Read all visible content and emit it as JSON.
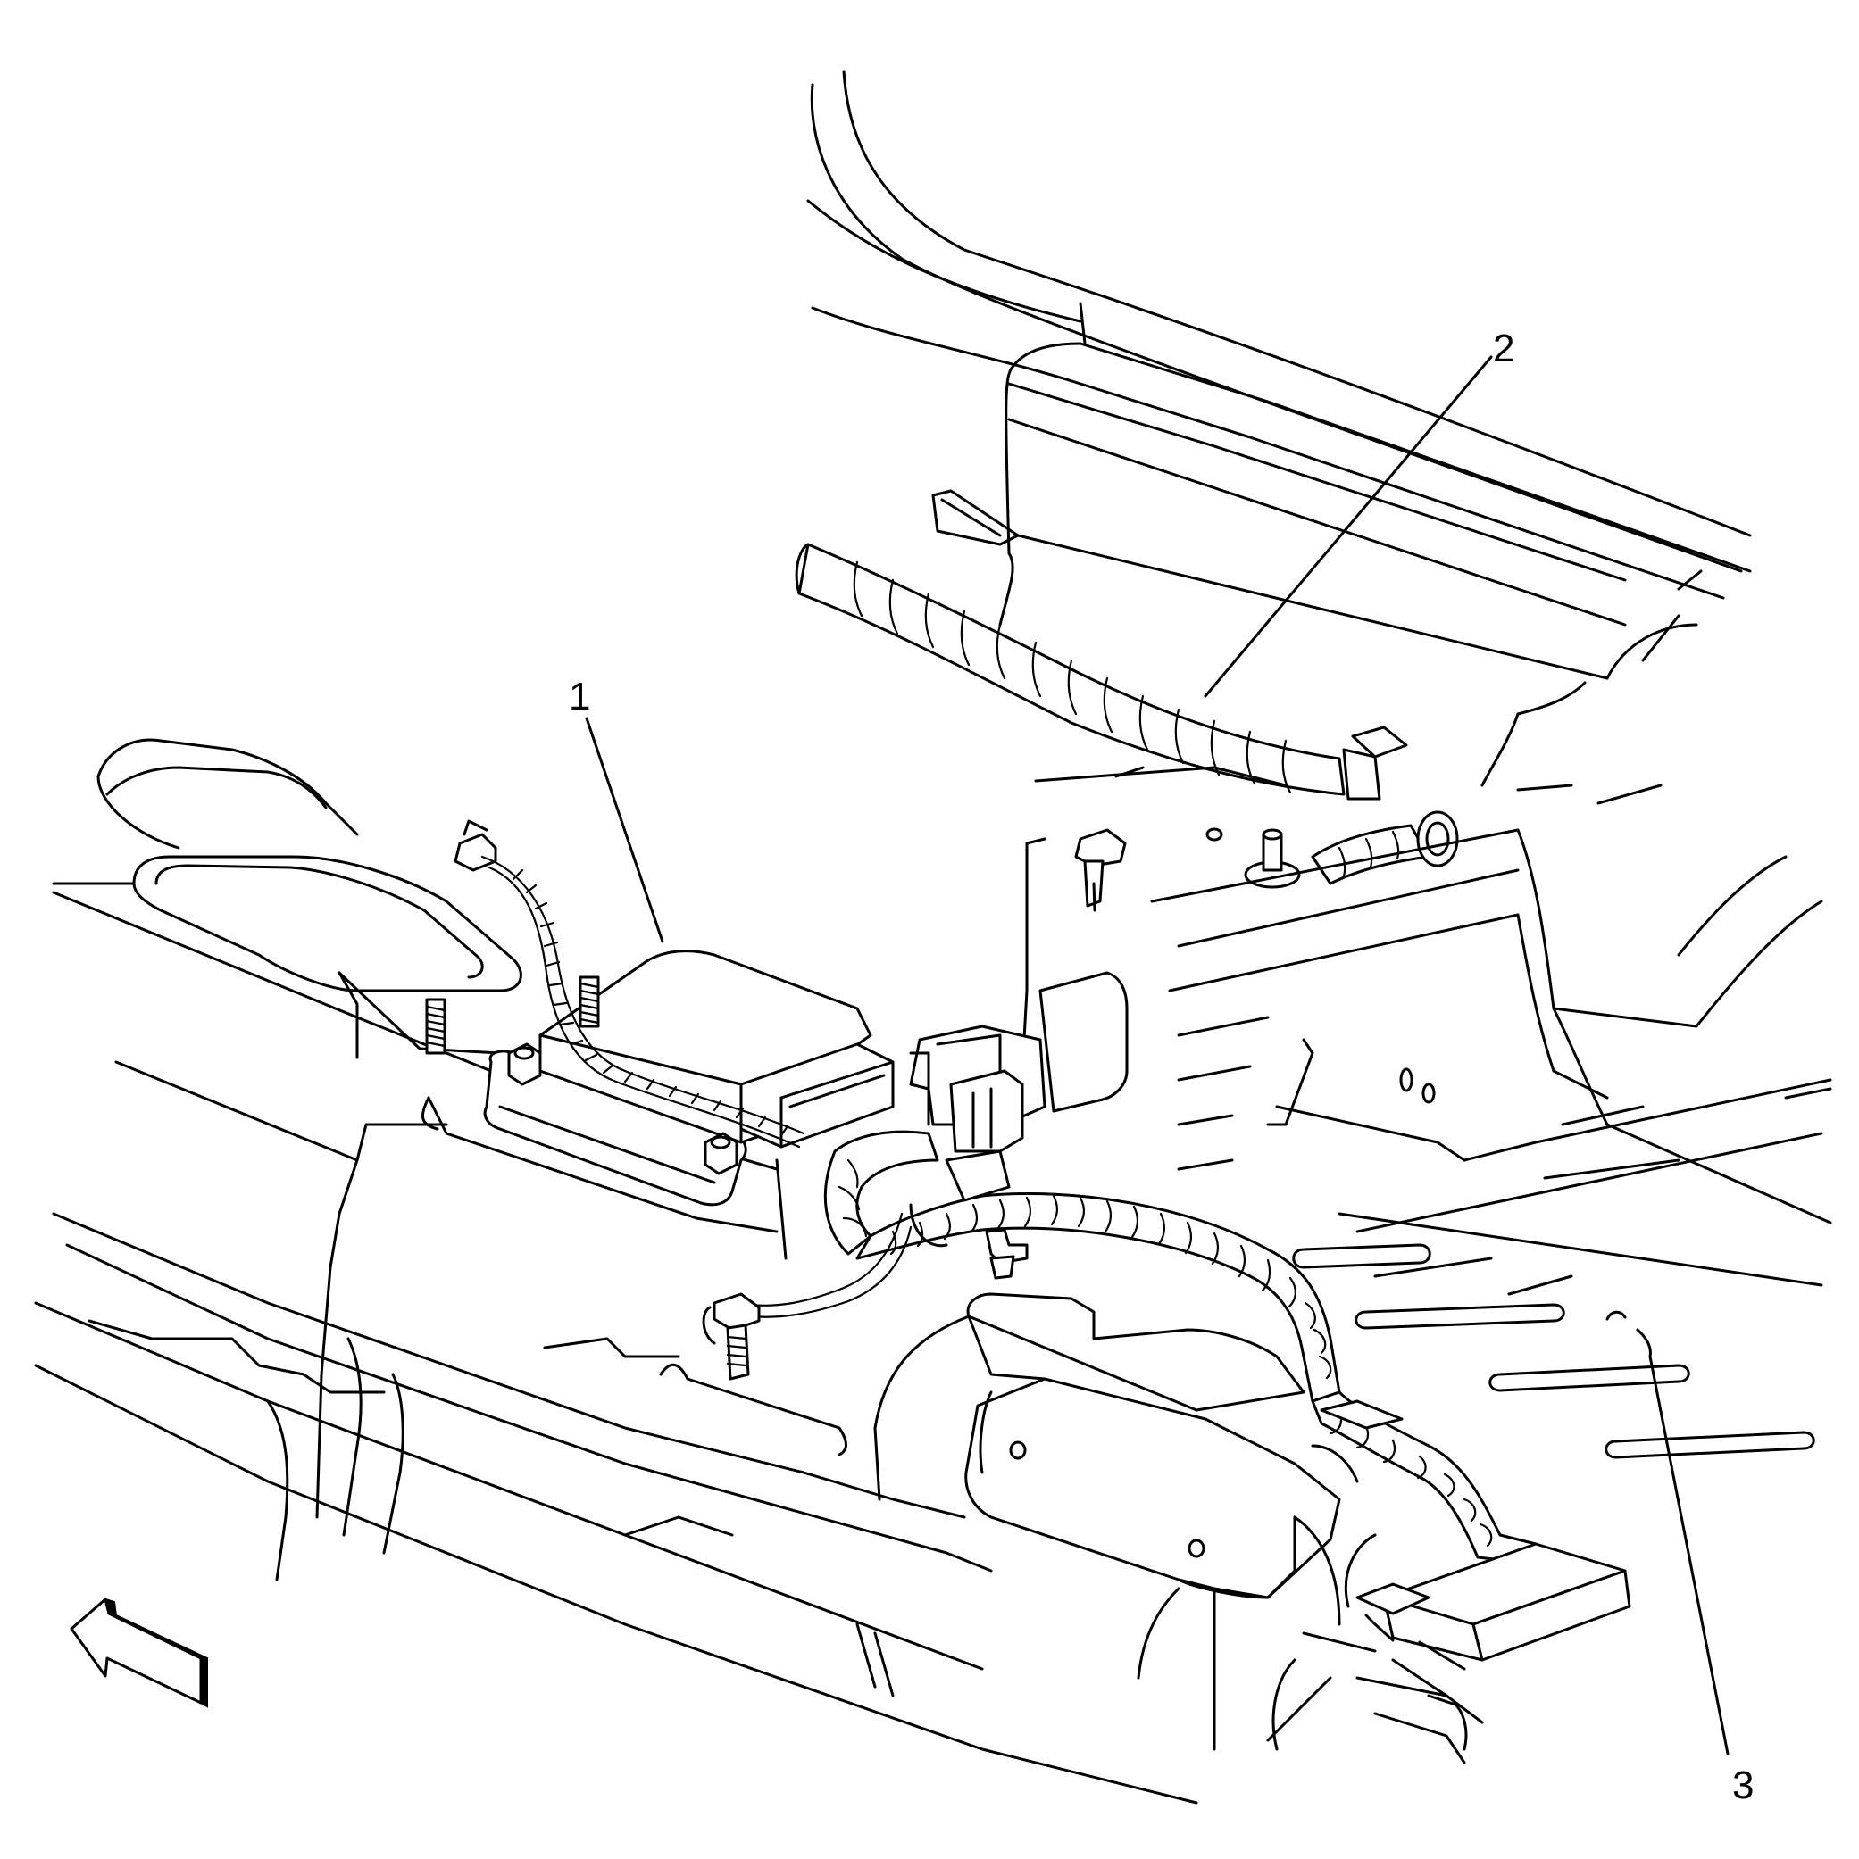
{
  "callouts": [
    {
      "id": "1",
      "label": "1"
    },
    {
      "id": "2",
      "label": "2"
    },
    {
      "id": "3",
      "label": "3"
    }
  ],
  "icons": {
    "direction_arrow": "front-direction-arrow-icon"
  },
  "colors": {
    "line": "#000000",
    "background": "#ffffff"
  }
}
